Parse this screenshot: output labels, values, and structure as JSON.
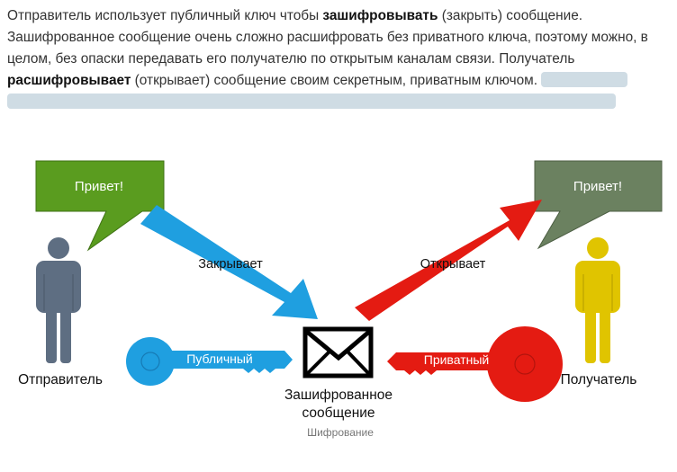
{
  "intro": {
    "s1_a": "Отправитель использует публичный ключ чтобы ",
    "s1_b": "зашифровывать",
    "s1_c": " (закрыть) сообщение.",
    "s2": " Зашифрованное сообщение очень сложно расшифровать без приватного ключа, поэтому можно, в целом, без опаски передавать его получателю по открытым каналам связи.",
    "s3_a": " Получатель ",
    "s3_b": "расшифровывает",
    "s3_c": " (открывает) сообщение своим секретным, приватным ключом."
  },
  "diagram": {
    "sender_bubble": "Привет!",
    "receiver_bubble": "Привет!",
    "sender_label": "Отправитель",
    "receiver_label": "Получатель",
    "closes_label": "Закрывает",
    "opens_label": "Открывает",
    "public_key_label": "Публичный",
    "private_key_label": "Приватный",
    "message_label_line1": "Зашифрованное",
    "message_label_line2": "сообщение",
    "caption": "Шифрование"
  },
  "colors": {
    "sender_bubble": "#5a9c1f",
    "receiver_bubble": "#6b8160",
    "sender_person": "#5e6e82",
    "receiver_person": "#e0c400",
    "public": "#1f9fe0",
    "private": "#e41b12",
    "redacted": "#cfdce4"
  }
}
